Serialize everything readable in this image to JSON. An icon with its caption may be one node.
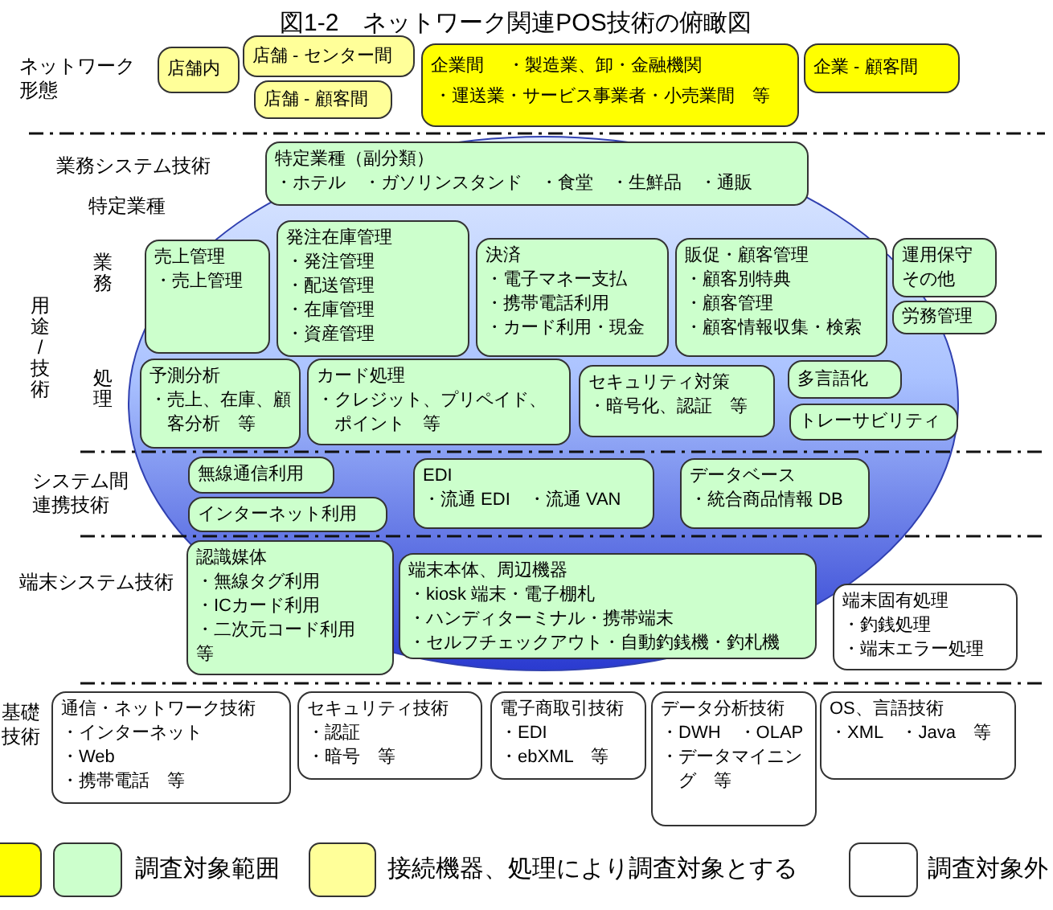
{
  "diagram": {
    "title": "図1-2　ネットワーク関連POS技術の俯瞰図",
    "nodes": [
      {
        "text": [
          "店舗内"
        ]
      },
      {
        "text": [
          "店舗 - センター間"
        ]
      },
      {
        "text": [
          "店舗 - 顧客間"
        ]
      },
      {
        "text": [
          "企業間",
          "・製造業、卸・金融機関",
          "・運送業・サービス事業者・小売業間　等"
        ]
      },
      {
        "text": [
          "企業 - 顧客間"
        ]
      },
      {
        "text": [
          "特定業種（副分類）",
          "・ホテル　・ガソリンスタンド　・食堂　・生鮮品　・通販"
        ]
      },
      {
        "text": [
          "売上管理",
          "・売上管理"
        ]
      },
      {
        "text": [
          "発注在庫管理",
          "・発注管理",
          "・配送管理",
          "・在庫管理",
          "・資産管理"
        ]
      },
      {
        "text": [
          "決済",
          "・電子マネー支払",
          "・携帯電話利用",
          "・カード利用・現金"
        ]
      },
      {
        "text": [
          "販促・顧客管理",
          "・顧客別特典",
          "・顧客管理",
          "・顧客情報収集・検索"
        ]
      },
      {
        "text": [
          "運用保守その他"
        ]
      },
      {
        "text": [
          "労務管理"
        ]
      },
      {
        "text": [
          "予測分析",
          "・売上、在庫、顧客分析　等"
        ]
      },
      {
        "text": [
          "カード処理",
          "・クレジット、プリペイド、ポイント　等"
        ]
      },
      {
        "text": [
          "セキュリティ対策",
          "・暗号化、認証　等"
        ]
      },
      {
        "text": [
          "多言語化"
        ]
      },
      {
        "text": [
          "トレーサビリティ"
        ]
      },
      {
        "text": [
          "無線通信利用"
        ]
      },
      {
        "text": [
          "インターネット利用"
        ]
      },
      {
        "text": [
          "EDI",
          "・流通 EDI　・流通 VAN"
        ]
      },
      {
        "text": [
          "データベース",
          "・統合商品情報 DB"
        ]
      },
      {
        "text": [
          "認識媒体",
          "・無線タグ利用",
          "・ICカード利用",
          "・二次元コード利用",
          "等"
        ]
      },
      {
        "text": [
          "端末本体、周辺機器",
          "・kiosk 端末・電子棚札",
          "・ハンディターミナル・携帯端末",
          "・セルフチェックアウト・自動釣銭機・釣札機"
        ]
      },
      {
        "text": [
          "端末固有処理",
          "・釣銭処理",
          "・端末エラー処理"
        ]
      },
      {
        "text": [
          "通信・ネットワーク技術",
          "・インターネット",
          "・Web",
          "・携帯電話　等"
        ]
      },
      {
        "text": [
          "セキュリティ技術",
          "・認証",
          "・暗号　等"
        ]
      },
      {
        "text": [
          "電子商取引技術",
          "・EDI",
          "・ebXML　等"
        ]
      },
      {
        "text": [
          "データ分析技術",
          "・DWH　・OLAP",
          "・データマイニング　等"
        ]
      },
      {
        "text": [
          "OS、言語技術",
          "・XML　・Java　等"
        ]
      }
    ],
    "labels": [
      "ネットワーク形態",
      "業務システム技術",
      "特定業種",
      "業務",
      "用途/技術",
      "処理",
      "システム間連携技術",
      "端末システム技術",
      "基礎技術"
    ],
    "legend": [
      {
        "text": "調査対象範囲",
        "color": "#ccffcc"
      },
      {
        "text": "接続機器、処理により調査対象とする",
        "color": "#ffff99"
      },
      {
        "text": "調査対象外",
        "color": "#ffffff"
      }
    ]
  }
}
